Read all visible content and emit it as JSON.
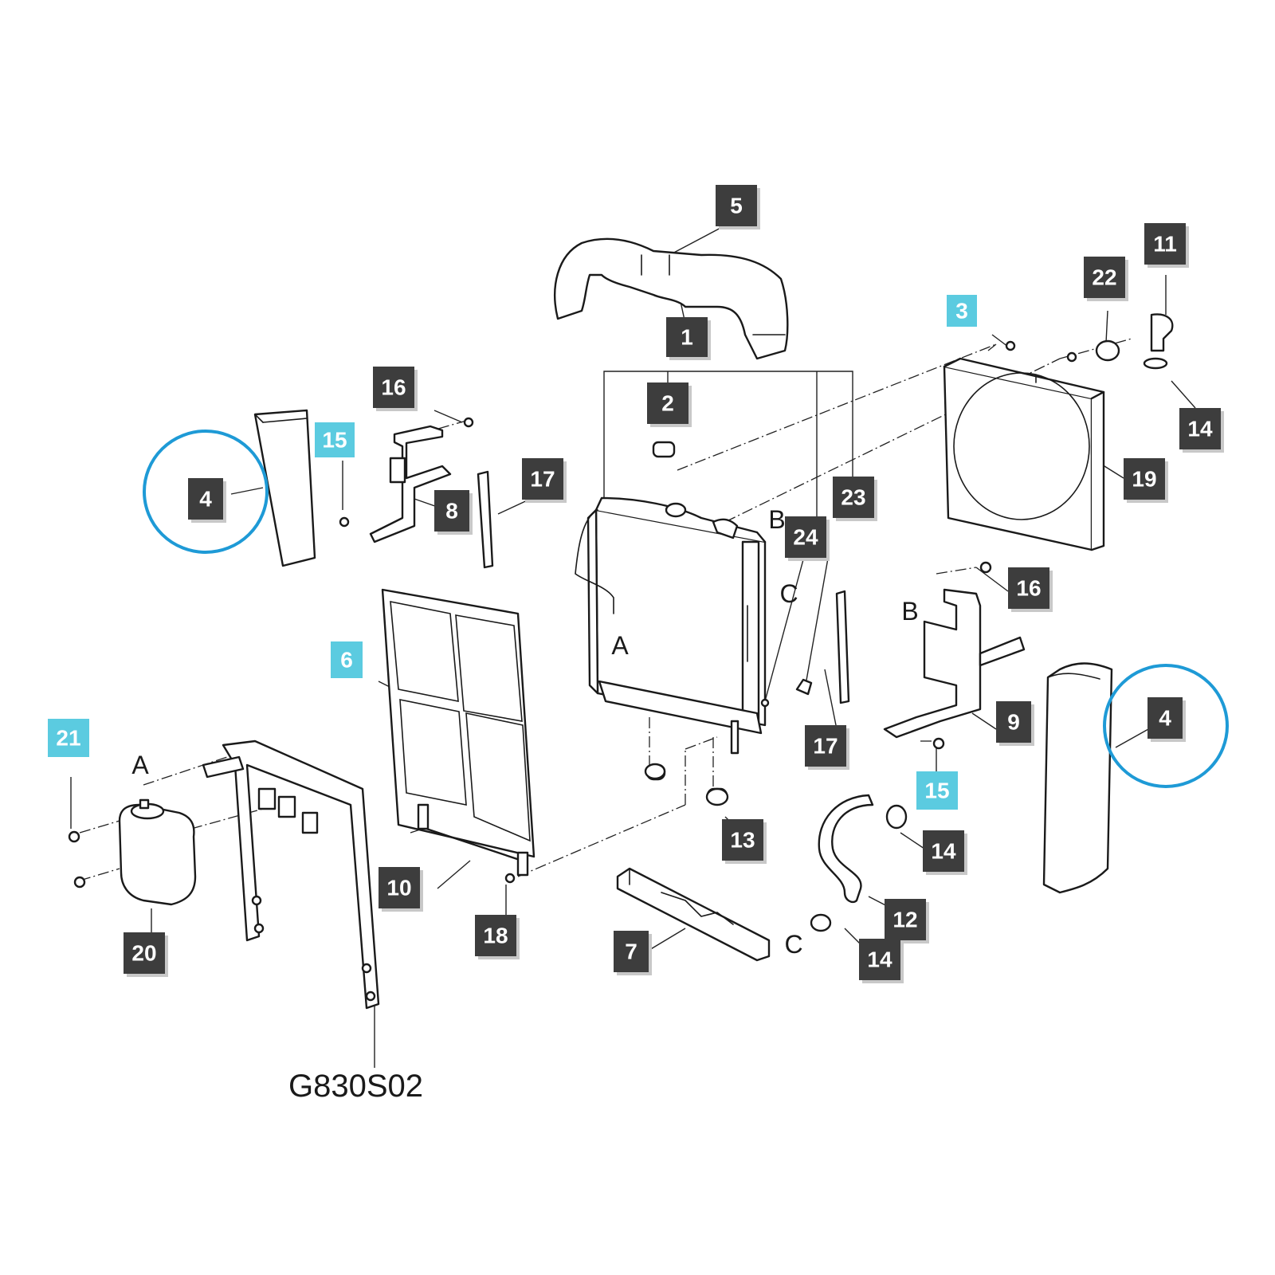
{
  "diagram_code": "G830S02",
  "colors": {
    "label_dark": "#3d3d3d",
    "label_highlight": "#5bcbe0",
    "circle_highlight": "#1e9ad6"
  },
  "callouts": [
    {
      "id": "c5",
      "label": "5",
      "style": "dark"
    },
    {
      "id": "c1",
      "label": "1",
      "style": "dark"
    },
    {
      "id": "c11",
      "label": "11",
      "style": "dark"
    },
    {
      "id": "c22",
      "label": "22",
      "style": "dark"
    },
    {
      "id": "c3",
      "label": "3",
      "style": "highlight"
    },
    {
      "id": "c14a",
      "label": "14",
      "style": "dark"
    },
    {
      "id": "c16a",
      "label": "16",
      "style": "dark"
    },
    {
      "id": "c2",
      "label": "2",
      "style": "dark"
    },
    {
      "id": "c15a",
      "label": "15",
      "style": "highlight"
    },
    {
      "id": "c4a",
      "label": "4",
      "style": "dark"
    },
    {
      "id": "c17a",
      "label": "17",
      "style": "dark"
    },
    {
      "id": "c8",
      "label": "8",
      "style": "dark"
    },
    {
      "id": "c23",
      "label": "23",
      "style": "dark"
    },
    {
      "id": "c19",
      "label": "19",
      "style": "dark"
    },
    {
      "id": "c24",
      "label": "24",
      "style": "dark"
    },
    {
      "id": "c16b",
      "label": "16",
      "style": "dark"
    },
    {
      "id": "c6",
      "label": "6",
      "style": "highlight"
    },
    {
      "id": "c4b",
      "label": "4",
      "style": "dark"
    },
    {
      "id": "c9",
      "label": "9",
      "style": "dark"
    },
    {
      "id": "c21",
      "label": "21",
      "style": "highlight"
    },
    {
      "id": "c17b",
      "label": "17",
      "style": "dark"
    },
    {
      "id": "c15b",
      "label": "15",
      "style": "highlight"
    },
    {
      "id": "c13",
      "label": "13",
      "style": "dark"
    },
    {
      "id": "c14b",
      "label": "14",
      "style": "dark"
    },
    {
      "id": "c10",
      "label": "10",
      "style": "dark"
    },
    {
      "id": "c12",
      "label": "12",
      "style": "dark"
    },
    {
      "id": "c18",
      "label": "18",
      "style": "dark"
    },
    {
      "id": "c20",
      "label": "20",
      "style": "dark"
    },
    {
      "id": "c7",
      "label": "7",
      "style": "dark"
    },
    {
      "id": "c14c",
      "label": "14",
      "style": "dark"
    }
  ],
  "connection_refs": [
    {
      "id": "rB1",
      "label": "B"
    },
    {
      "id": "rC1",
      "label": "C"
    },
    {
      "id": "rA1",
      "label": "A"
    },
    {
      "id": "rB2",
      "label": "B"
    },
    {
      "id": "rA2",
      "label": "A"
    },
    {
      "id": "rC2",
      "label": "C"
    }
  ],
  "highlight_circles": 2
}
